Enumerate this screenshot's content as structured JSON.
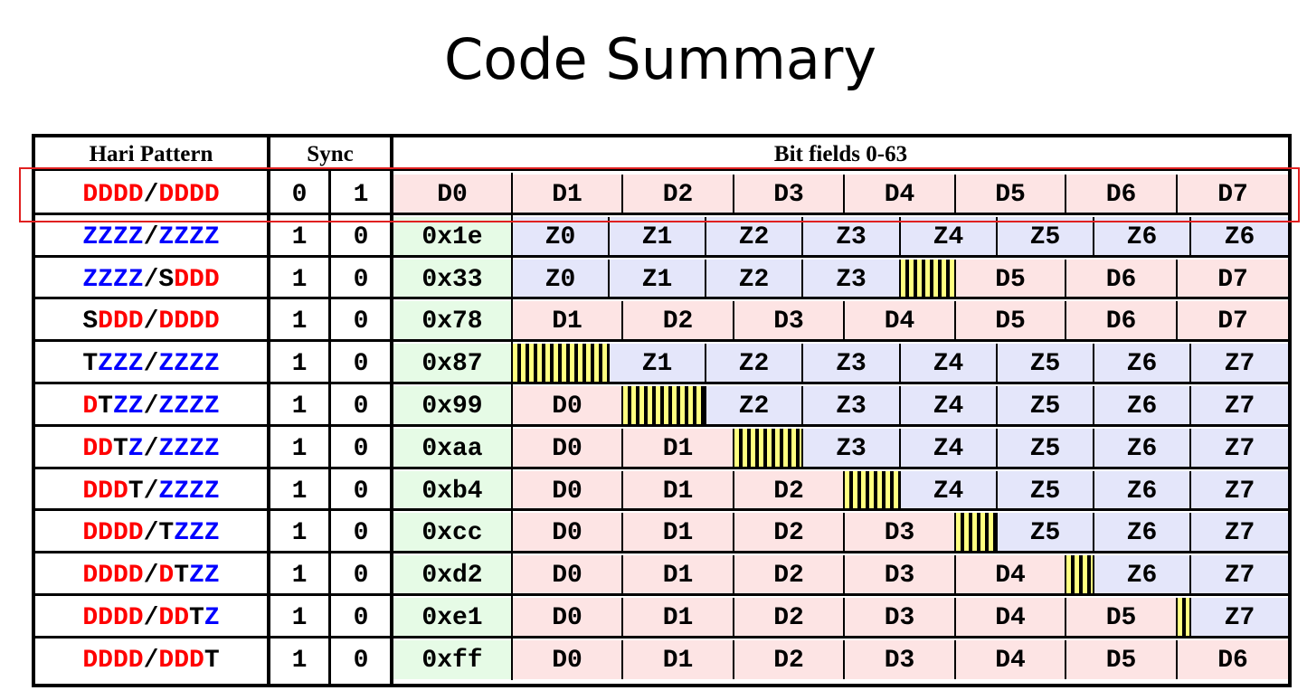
{
  "title": "Code Summary",
  "headers": {
    "pattern": "Hari Pattern",
    "sync": "Sync",
    "bitfields": "Bit fields 0-63"
  },
  "colors": {
    "data_red": "#ff0000",
    "zero_blue": "#0000ff",
    "data_cell_bg": "#fde4e4",
    "zero_cell_bg": "#e4e6fa",
    "code_cell_bg": "#e6fbe6",
    "stripe_yellow": "#ffff80",
    "highlight_box": "#e02020"
  },
  "rows": [
    {
      "pattern": "DDDD/DDDD",
      "sync": [
        "0",
        "1"
      ],
      "code": "D0",
      "segments": [
        {
          "t": "D",
          "label": "D1",
          "u": 8
        },
        {
          "t": "D",
          "label": "D2",
          "u": 8
        },
        {
          "t": "D",
          "label": "D3",
          "u": 8
        },
        {
          "t": "D",
          "label": "D4",
          "u": 8
        },
        {
          "t": "D",
          "label": "D5",
          "u": 8
        },
        {
          "t": "D",
          "label": "D6",
          "u": 8
        },
        {
          "t": "D",
          "label": "D7",
          "u": 8
        }
      ]
    },
    {
      "pattern": "ZZZZ/ZZZZ",
      "sync": [
        "1",
        "0"
      ],
      "code": "0x1e",
      "segments": [
        {
          "t": "Z",
          "label": "Z0",
          "u": 7
        },
        {
          "t": "Z",
          "label": "Z1",
          "u": 7
        },
        {
          "t": "Z",
          "label": "Z2",
          "u": 7
        },
        {
          "t": "Z",
          "label": "Z3",
          "u": 7
        },
        {
          "t": "Z",
          "label": "Z4",
          "u": 7
        },
        {
          "t": "Z",
          "label": "Z5",
          "u": 7
        },
        {
          "t": "Z",
          "label": "Z6",
          "u": 7
        },
        {
          "t": "Z",
          "label": "Z6",
          "u": 7
        }
      ]
    },
    {
      "pattern": "ZZZZ/SDDD",
      "sync": [
        "1",
        "0"
      ],
      "code": "0x33",
      "segments": [
        {
          "t": "Z",
          "label": "Z0",
          "u": 7
        },
        {
          "t": "Z",
          "label": "Z1",
          "u": 7
        },
        {
          "t": "Z",
          "label": "Z2",
          "u": 7
        },
        {
          "t": "Z",
          "label": "Z3",
          "u": 7
        },
        {
          "t": "T",
          "label": "",
          "u": 4
        },
        {
          "t": "D",
          "label": "D5",
          "u": 8
        },
        {
          "t": "D",
          "label": "D6",
          "u": 8
        },
        {
          "t": "D",
          "label": "D7",
          "u": 8
        }
      ]
    },
    {
      "pattern": "SDDD/DDDD",
      "sync": [
        "1",
        "0"
      ],
      "code": "0x78",
      "segments": [
        {
          "t": "D",
          "label": "D1",
          "u": 8
        },
        {
          "t": "D",
          "label": "D2",
          "u": 8
        },
        {
          "t": "D",
          "label": "D3",
          "u": 8
        },
        {
          "t": "D",
          "label": "D4",
          "u": 8
        },
        {
          "t": "D",
          "label": "D5",
          "u": 8
        },
        {
          "t": "D",
          "label": "D6",
          "u": 8
        },
        {
          "t": "D",
          "label": "D7",
          "u": 8
        }
      ]
    },
    {
      "pattern": "TZZZ/ZZZZ",
      "sync": [
        "1",
        "0"
      ],
      "code": "0x87",
      "segments": [
        {
          "t": "T",
          "label": "",
          "u": 7
        },
        {
          "t": "Z",
          "label": "Z1",
          "u": 7
        },
        {
          "t": "Z",
          "label": "Z2",
          "u": 7
        },
        {
          "t": "Z",
          "label": "Z3",
          "u": 7
        },
        {
          "t": "Z",
          "label": "Z4",
          "u": 7
        },
        {
          "t": "Z",
          "label": "Z5",
          "u": 7
        },
        {
          "t": "Z",
          "label": "Z6",
          "u": 7
        },
        {
          "t": "Z",
          "label": "Z7",
          "u": 7
        }
      ]
    },
    {
      "pattern": "DTZZ/ZZZZ",
      "sync": [
        "1",
        "0"
      ],
      "code": "0x99",
      "segments": [
        {
          "t": "D",
          "label": "D0",
          "u": 8
        },
        {
          "t": "T",
          "label": "",
          "u": 6
        },
        {
          "t": "Z",
          "label": "Z2",
          "u": 7
        },
        {
          "t": "Z",
          "label": "Z3",
          "u": 7
        },
        {
          "t": "Z",
          "label": "Z4",
          "u": 7
        },
        {
          "t": "Z",
          "label": "Z5",
          "u": 7
        },
        {
          "t": "Z",
          "label": "Z6",
          "u": 7
        },
        {
          "t": "Z",
          "label": "Z7",
          "u": 7
        }
      ]
    },
    {
      "pattern": "DDTZ/ZZZZ",
      "sync": [
        "1",
        "0"
      ],
      "code": "0xaa",
      "segments": [
        {
          "t": "D",
          "label": "D0",
          "u": 8
        },
        {
          "t": "D",
          "label": "D1",
          "u": 8
        },
        {
          "t": "T",
          "label": "",
          "u": 5
        },
        {
          "t": "Z",
          "label": "Z3",
          "u": 7
        },
        {
          "t": "Z",
          "label": "Z4",
          "u": 7
        },
        {
          "t": "Z",
          "label": "Z5",
          "u": 7
        },
        {
          "t": "Z",
          "label": "Z6",
          "u": 7
        },
        {
          "t": "Z",
          "label": "Z7",
          "u": 7
        }
      ]
    },
    {
      "pattern": "DDDT/ZZZZ",
      "sync": [
        "1",
        "0"
      ],
      "code": "0xb4",
      "segments": [
        {
          "t": "D",
          "label": "D0",
          "u": 8
        },
        {
          "t": "D",
          "label": "D1",
          "u": 8
        },
        {
          "t": "D",
          "label": "D2",
          "u": 8
        },
        {
          "t": "T",
          "label": "",
          "u": 4
        },
        {
          "t": "Z",
          "label": "Z4",
          "u": 7
        },
        {
          "t": "Z",
          "label": "Z5",
          "u": 7
        },
        {
          "t": "Z",
          "label": "Z6",
          "u": 7
        },
        {
          "t": "Z",
          "label": "Z7",
          "u": 7
        }
      ]
    },
    {
      "pattern": "DDDD/TZZZ",
      "sync": [
        "1",
        "0"
      ],
      "code": "0xcc",
      "segments": [
        {
          "t": "D",
          "label": "D0",
          "u": 8
        },
        {
          "t": "D",
          "label": "D1",
          "u": 8
        },
        {
          "t": "D",
          "label": "D2",
          "u": 8
        },
        {
          "t": "D",
          "label": "D3",
          "u": 8
        },
        {
          "t": "T",
          "label": "",
          "u": 3
        },
        {
          "t": "Z",
          "label": "Z5",
          "u": 7
        },
        {
          "t": "Z",
          "label": "Z6",
          "u": 7
        },
        {
          "t": "Z",
          "label": "Z7",
          "u": 7
        }
      ]
    },
    {
      "pattern": "DDDD/DTZZ",
      "sync": [
        "1",
        "0"
      ],
      "code": "0xd2",
      "segments": [
        {
          "t": "D",
          "label": "D0",
          "u": 8
        },
        {
          "t": "D",
          "label": "D1",
          "u": 8
        },
        {
          "t": "D",
          "label": "D2",
          "u": 8
        },
        {
          "t": "D",
          "label": "D3",
          "u": 8
        },
        {
          "t": "D",
          "label": "D4",
          "u": 8
        },
        {
          "t": "T",
          "label": "",
          "u": 2
        },
        {
          "t": "Z",
          "label": "Z6",
          "u": 7
        },
        {
          "t": "Z",
          "label": "Z7",
          "u": 7
        }
      ]
    },
    {
      "pattern": "DDDD/DDTZ",
      "sync": [
        "1",
        "0"
      ],
      "code": "0xe1",
      "segments": [
        {
          "t": "D",
          "label": "D0",
          "u": 8
        },
        {
          "t": "D",
          "label": "D1",
          "u": 8
        },
        {
          "t": "D",
          "label": "D2",
          "u": 8
        },
        {
          "t": "D",
          "label": "D3",
          "u": 8
        },
        {
          "t": "D",
          "label": "D4",
          "u": 8
        },
        {
          "t": "D",
          "label": "D5",
          "u": 8
        },
        {
          "t": "T",
          "label": "",
          "u": 1
        },
        {
          "t": "Z",
          "label": "Z7",
          "u": 7
        }
      ]
    },
    {
      "pattern": "DDDD/DDDT",
      "sync": [
        "1",
        "0"
      ],
      "code": "0xff",
      "segments": [
        {
          "t": "D",
          "label": "D0",
          "u": 8
        },
        {
          "t": "D",
          "label": "D1",
          "u": 8
        },
        {
          "t": "D",
          "label": "D2",
          "u": 8
        },
        {
          "t": "D",
          "label": "D3",
          "u": 8
        },
        {
          "t": "D",
          "label": "D4",
          "u": 8
        },
        {
          "t": "D",
          "label": "D5",
          "u": 8
        },
        {
          "t": "D",
          "label": "D6",
          "u": 8
        }
      ]
    }
  ]
}
